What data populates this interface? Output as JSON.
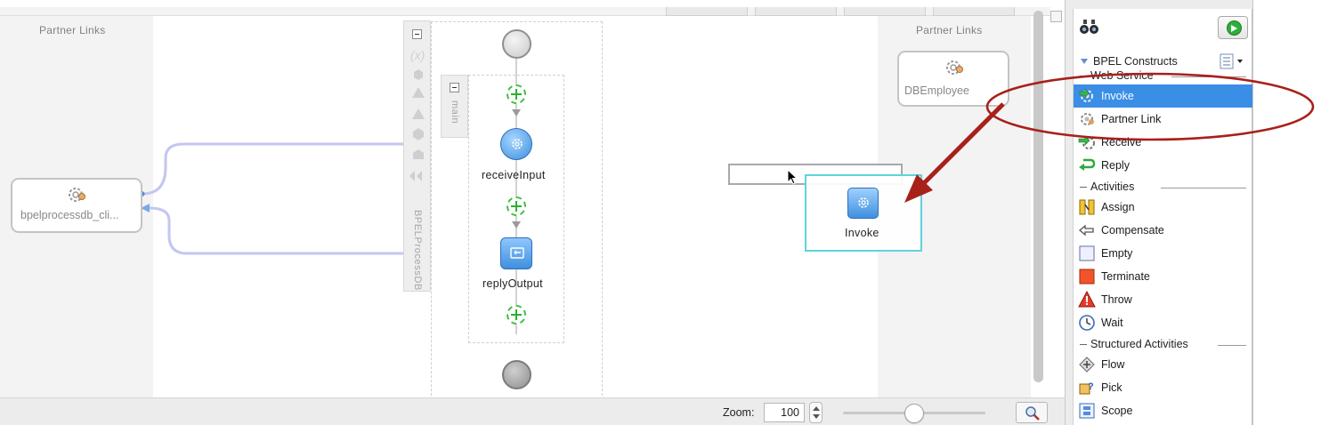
{
  "canvas": {
    "partner_links_left_title": "Partner Links",
    "partner_links_right_title": "Partner Links",
    "left_partner": {
      "label": "bpelprocessdb_cli..."
    },
    "right_partner": {
      "label": "DBEmployee"
    },
    "process_name": "BPELProcessDB",
    "sequence_name": "main",
    "activities": [
      {
        "label": "receiveInput"
      },
      {
        "label": "replyOutput"
      }
    ],
    "dragged_activity": {
      "label": "Invoke"
    }
  },
  "zoom": {
    "label": "Zoom:",
    "value": "100"
  },
  "palette": {
    "category": "BPEL Constructs",
    "sections": [
      {
        "title": "Web Service",
        "items": [
          "Invoke",
          "Partner Link",
          "Receive",
          "Reply"
        ]
      },
      {
        "title": "Activities",
        "items": [
          "Assign",
          "Compensate",
          "Empty",
          "Terminate",
          "Throw",
          "Wait"
        ]
      },
      {
        "title": "Structured Activities",
        "items": [
          "Flow",
          "Pick",
          "Scope"
        ]
      }
    ],
    "selected_item": "Invoke"
  },
  "colors": {
    "connector": "#c3c6f2",
    "selection": "#3a8ee6",
    "annotation": "#a8201a",
    "drag_outline": "#5fd3de"
  }
}
